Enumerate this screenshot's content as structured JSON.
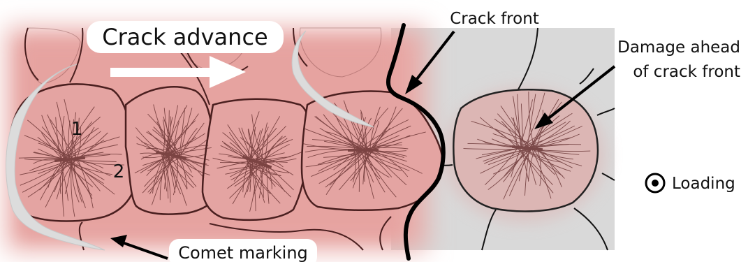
{
  "diagram": {
    "labels": {
      "crack_advance": "Crack advance",
      "crack_front": "Crack front",
      "damage_line1": "Damage ahead",
      "damage_line2": "of crack front",
      "loading": "Loading",
      "comet_marking": "Comet marking",
      "grain_1": "1",
      "grain_2": "2"
    },
    "colors": {
      "cracked_region": "#e8a9a6",
      "uncracked_region": "#d9d9d9",
      "damage_region": "#ddb2b0",
      "grain_boundary": "#4a1f1f",
      "fibril": "#5a2424",
      "crack_front": "#000000",
      "comet_marking": "#dcdcdc",
      "arrow": "#ffffff"
    },
    "icons": {
      "loading_symbol": "circle-dot-icon"
    }
  }
}
